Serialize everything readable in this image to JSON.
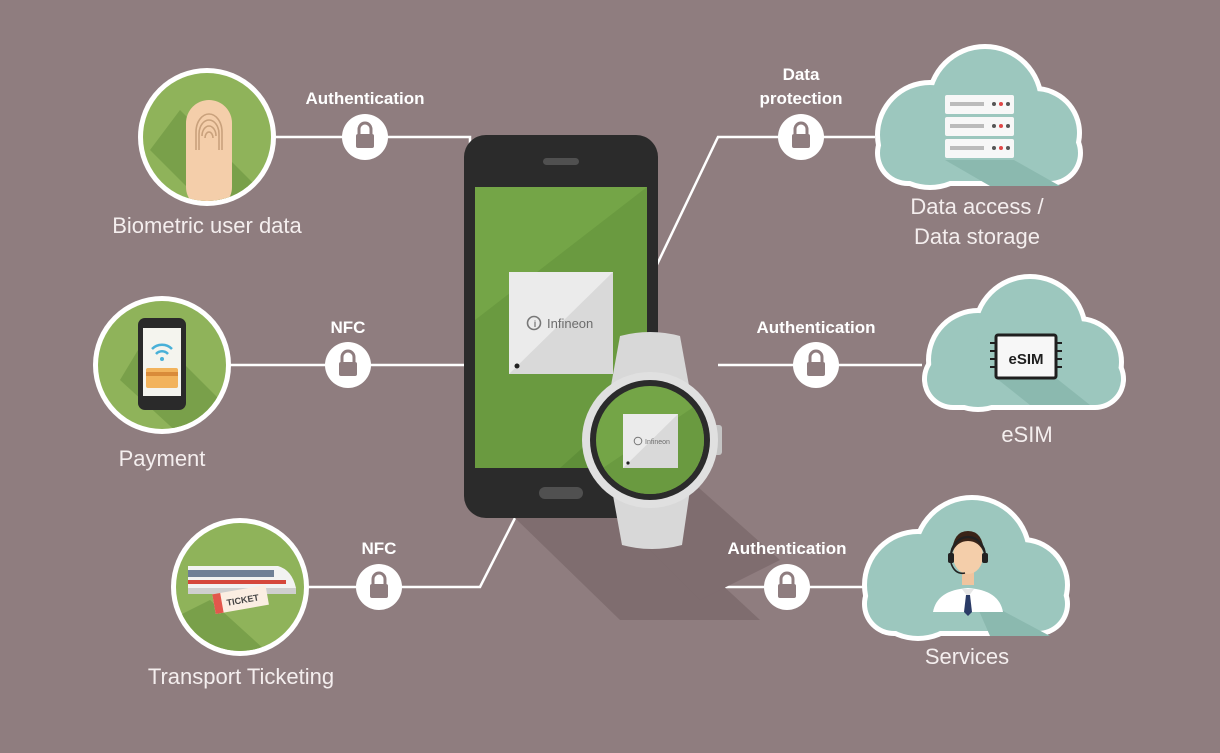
{
  "left_nodes": [
    {
      "caption": "Biometric user data",
      "connection_label": "Authentication",
      "icon": "fingerprint-icon"
    },
    {
      "caption": "Payment",
      "connection_label": "NFC",
      "icon": "smartphone-payment-icon"
    },
    {
      "caption": "Transport Ticketing",
      "connection_label": "NFC",
      "icon": "train-ticket-icon"
    }
  ],
  "right_nodes": [
    {
      "caption_line1": "Data access /",
      "caption_line2": "Data storage",
      "connection_label_line1": "Data",
      "connection_label_line2": "protection",
      "icon": "server-rack-icon"
    },
    {
      "caption": "eSIM",
      "connection_label": "Authentication",
      "chip_text": "eSIM",
      "icon": "esim-chip-icon"
    },
    {
      "caption": "Services",
      "connection_label": "Authentication",
      "icon": "support-agent-icon"
    }
  ],
  "devices": {
    "phone_chip_brand": "Infineon",
    "watch_chip_brand": "Infineon"
  },
  "colors": {
    "background": "#8f7d7f",
    "node_green": "#8fb35a",
    "cloud_teal": "#9cc7be",
    "screen_green": "#74a547",
    "phone_body": "#2b2b2b",
    "line_white": "#ffffff"
  }
}
